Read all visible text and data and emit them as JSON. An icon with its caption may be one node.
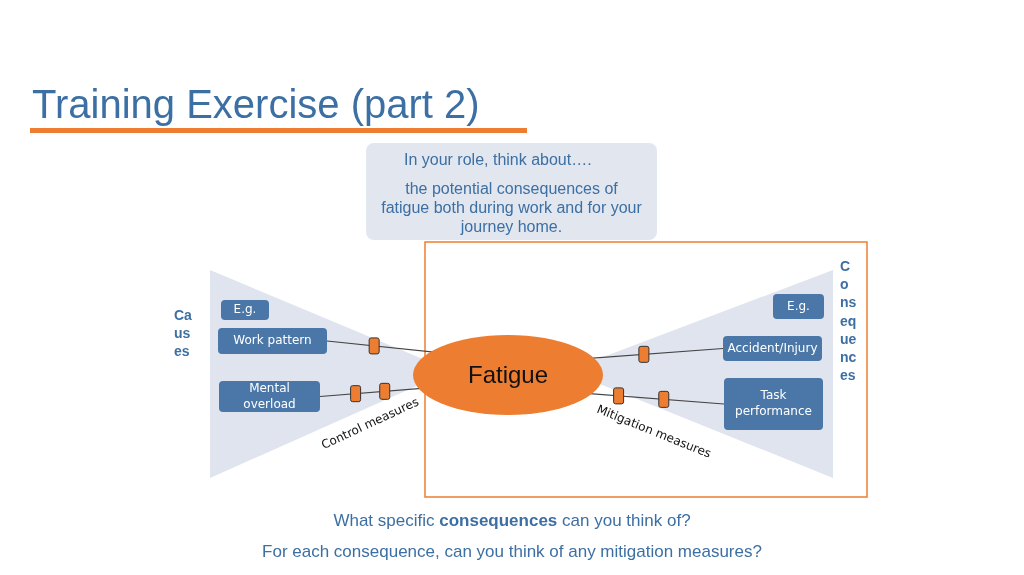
{
  "diagram": {
    "title": "Training Exercise (part 2)",
    "nodes": [
      {
        "text": [
          "In your role, think about….",
          "the potential consequences of fatigue both during work and for your journey home."
        ]
      },
      {
        "text": [
          "E.g."
        ]
      },
      {
        "text": [
          "Work pattern"
        ]
      },
      {
        "text": [
          "Mental overload"
        ]
      },
      {
        "text": [
          "Fatigue"
        ]
      },
      {
        "text": [
          "E.g."
        ]
      },
      {
        "text": [
          "Accident/Injury"
        ]
      },
      {
        "text": [
          "Task performance"
        ]
      }
    ],
    "edges": [
      {
        "from": 2,
        "to": 4,
        "arrow": "none"
      },
      {
        "from": 3,
        "to": 4,
        "arrow": "none"
      },
      {
        "from": 4,
        "to": 6,
        "arrow": "none"
      },
      {
        "from": 4,
        "to": 7,
        "arrow": "none"
      }
    ],
    "labels": [
      "Causes",
      "Consequences",
      "Control measures",
      "Mitigation measures",
      "What specific **consequences** can you think of?",
      "For each consequence, can you think of any mitigation measures?"
    ]
  }
}
